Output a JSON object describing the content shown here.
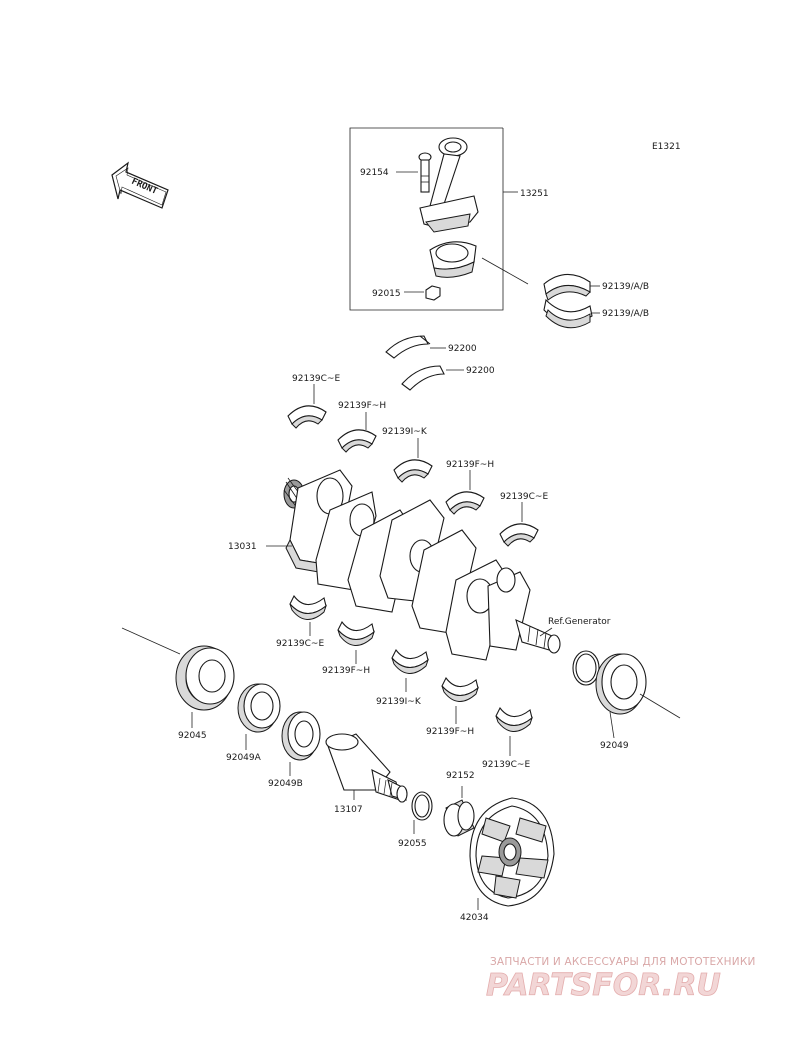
{
  "diagram_code": "E1321",
  "front_label": "FRONT",
  "ref_note": "Ref.Generator",
  "part_labels": {
    "p92154": "92154",
    "p13251": "13251",
    "p92015": "92015",
    "p92139ab_1": "92139/A/B",
    "p92139ab_2": "92139/A/B",
    "p92200_1": "92200",
    "p92200_2": "92200",
    "p92139ce_1": "92139C~E",
    "p92139fh_1": "92139F~H",
    "p92139ik_1": "92139I~K",
    "p92139fh_2": "92139F~H",
    "p92139ce_2": "92139C~E",
    "p13031": "13031",
    "p92139ce_3": "92139C~E",
    "p92139fh_3": "92139F~H",
    "p92139ik_2": "92139I~K",
    "p92139fh_4": "92139F~H",
    "p92139ce_4": "92139C~E",
    "p92045": "92045",
    "p92049a": "92049A",
    "p92049b": "92049B",
    "p13107": "13107",
    "p92152": "92152",
    "p92055": "92055",
    "p42034": "42034",
    "p92049": "92049"
  },
  "watermark": {
    "top_line": "ЗАПЧАСТИ И АКСЕССУАРЫ ДЛЯ МОТОТЕХНИКИ",
    "brand": "PARTSFOR.RU"
  },
  "colors": {
    "line": "#1a1a1a",
    "watermark": "#e4aeae"
  }
}
